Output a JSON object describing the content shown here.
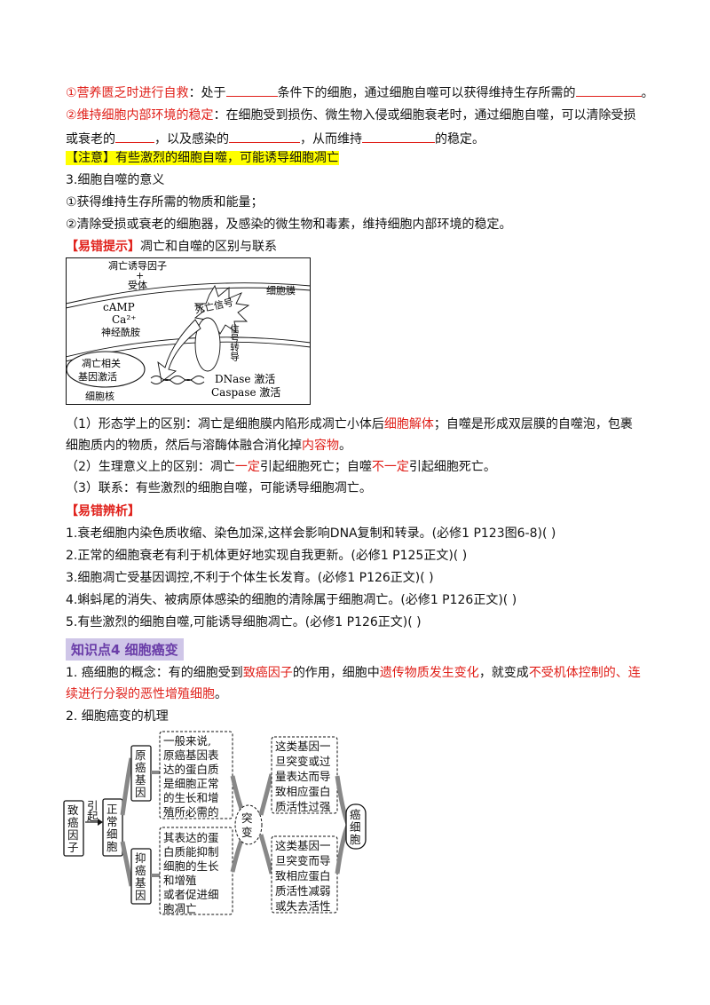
{
  "autophagy": {
    "p1_label": "①营养匮乏时进行自救",
    "p1_a": "：处于",
    "p1_b": "条件下的细胞，通过细胞自噬可以获得维持生存所需的",
    "p1_end": "。",
    "p2_label": "②维持细胞内部环境的稳定",
    "p2_a": "：在细胞受到损伤、微生物入侵或细胞衰老时，通过细胞自噬，可以清除受损",
    "p2_b": "或衰老的",
    "p2_c": "，以及感染的",
    "p2_d": "，从而维持",
    "p2_e": "的稳定。",
    "note": "【注意】有些激烈的细胞自噬，可能诱导细胞凋亡",
    "significance_title": "3.细胞自噬的意义",
    "sig1": "①获得维持生存所需的物质和能量；",
    "sig2": "②清除受损或衰老的细胞器，及感染的微生物和毒素，维持细胞内部环境的稳定。",
    "tip_label": "【易错提示】",
    "tip_text": "凋亡和自噬的区别与联系"
  },
  "apoptosis_diagram": {
    "inducer": "凋亡诱导因子",
    "plus": "+",
    "receptor": "受体",
    "membrane": "细胞膜",
    "camp": "cAMP",
    "ca": "Ca²⁺",
    "ceramide": "神经酰胺",
    "death_signal": "死亡信号",
    "signal_transduction": "信号转导",
    "gene_activation_1": "凋亡相关",
    "gene_activation_2": "基因激活",
    "nucleus": "细胞核",
    "dnase": "DNase 激活",
    "caspase": "Caspase 激活"
  },
  "differences": {
    "d1_a": "（1）形态学上的区别：凋亡是细胞膜内陷形成凋亡小体后",
    "d1_red": "细胞解体",
    "d1_b": "；自噬是形成双层膜的自噬泡，包裹",
    "d1_c": "细胞质内的物质，然后与溶酶体融合消化掉",
    "d1_red2": "内容物",
    "d1_d": "。",
    "d2_a": "（2）生理意义上的区别：凋亡",
    "d2_red": "一定",
    "d2_b": "引起细胞死亡；自噬",
    "d2_red2": "不一定",
    "d2_c": "引起细胞死亡。",
    "d3": "（3）联系：有些激烈的细胞自噬，可能诱导细胞凋亡。"
  },
  "quiz": {
    "title": "【易错辨析】",
    "items": [
      "1.衰老细胞内染色质收缩、染色加深,这样会影响DNA复制和转录。(必修1  P123图6-8)(        )",
      "2.正常的细胞衰老有利于机体更好地实现自我更新。(必修1  P125正文)(        )",
      "3.细胞凋亡受基因调控,不利于个体生长发育。(必修1  P126正文)(        )",
      "4.蝌蚪尾的消失、被病原体感染的细胞的清除属于细胞凋亡。(必修1  P126正文)(        )",
      "5.有些激烈的细胞自噬,可能诱导细胞凋亡。(必修1  P126正文)(        )"
    ]
  },
  "knowledge4": {
    "heading": "知识点4    细胞癌变",
    "c1_a": "1. 癌细胞的概念：有的细胞受到",
    "c1_red1": "致癌因子",
    "c1_b": "的作用，细胞中",
    "c1_red2": "遗传物质发生变化",
    "c1_c": "，就变成",
    "c1_red3": "不受机体控制的、连",
    "c1_red4": "续进行分裂的恶性增殖细胞",
    "c1_end": "。",
    "c2": "2. 细胞癌变的机理"
  },
  "cancer_diagram": {
    "carcinogen": [
      "致",
      "癌",
      "因",
      "子"
    ],
    "arrow_label": [
      "引",
      "起"
    ],
    "normal_cell": [
      "正",
      "常",
      "细",
      "胞"
    ],
    "protooncogene": [
      "原",
      "癌",
      "基",
      "因"
    ],
    "tumor_suppressor": [
      "抑",
      "癌",
      "基",
      "因"
    ],
    "proto_desc": [
      "一般来说,",
      "原癌基因表",
      "达的蛋白质",
      "是细胞正常",
      "的生长和增",
      "殖所必需的"
    ],
    "supp_desc": [
      "其表达的蛋",
      "白质能抑制",
      "细胞的生长",
      "和增殖",
      "或者促进细",
      "胞凋亡"
    ],
    "mutation": [
      "突",
      "变"
    ],
    "proto_result": [
      "这类基因一",
      "旦突变或过",
      "量表达而导",
      "致相应蛋白",
      "质活性过强"
    ],
    "supp_result": [
      "这类基因一",
      "旦突变而导",
      "致相应蛋白",
      "质活性减弱",
      "或失去活性"
    ],
    "cancer_cell": [
      "癌",
      "细",
      "胞"
    ]
  }
}
